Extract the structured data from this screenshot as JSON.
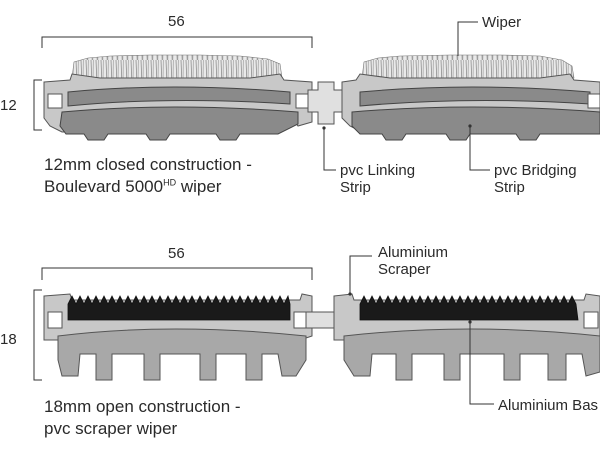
{
  "top_section": {
    "width_dim": "56",
    "height_dim": "12",
    "caption_line1": "12mm closed construction -",
    "caption_line2_prefix": "Boulevard 5000",
    "caption_line2_sup": "HD",
    "caption_line2_suffix": " wiper",
    "callouts": {
      "wiper": "Wiper",
      "linking_line1": "pvc Linking",
      "linking_line2": "Strip",
      "bridging_line1": "pvc Bridging",
      "bridging_line2": "Strip"
    }
  },
  "bottom_section": {
    "width_dim": "56",
    "height_dim": "18",
    "caption_line1": "18mm open construction -",
    "caption_line2": "pvc scraper wiper",
    "callouts": {
      "scraper_line1": "Aluminium",
      "scraper_line2": "Scraper",
      "base": "Aluminium Bas"
    }
  },
  "colors": {
    "aluminium": "#c8c8c8",
    "aluminium_edge": "#555555",
    "pvc_dark": "#8a8a8a",
    "pvc_mid": "#a8a8a8",
    "rubber": "#1a1a1a",
    "bristle": "#b5b5b5",
    "line": "#333333"
  }
}
